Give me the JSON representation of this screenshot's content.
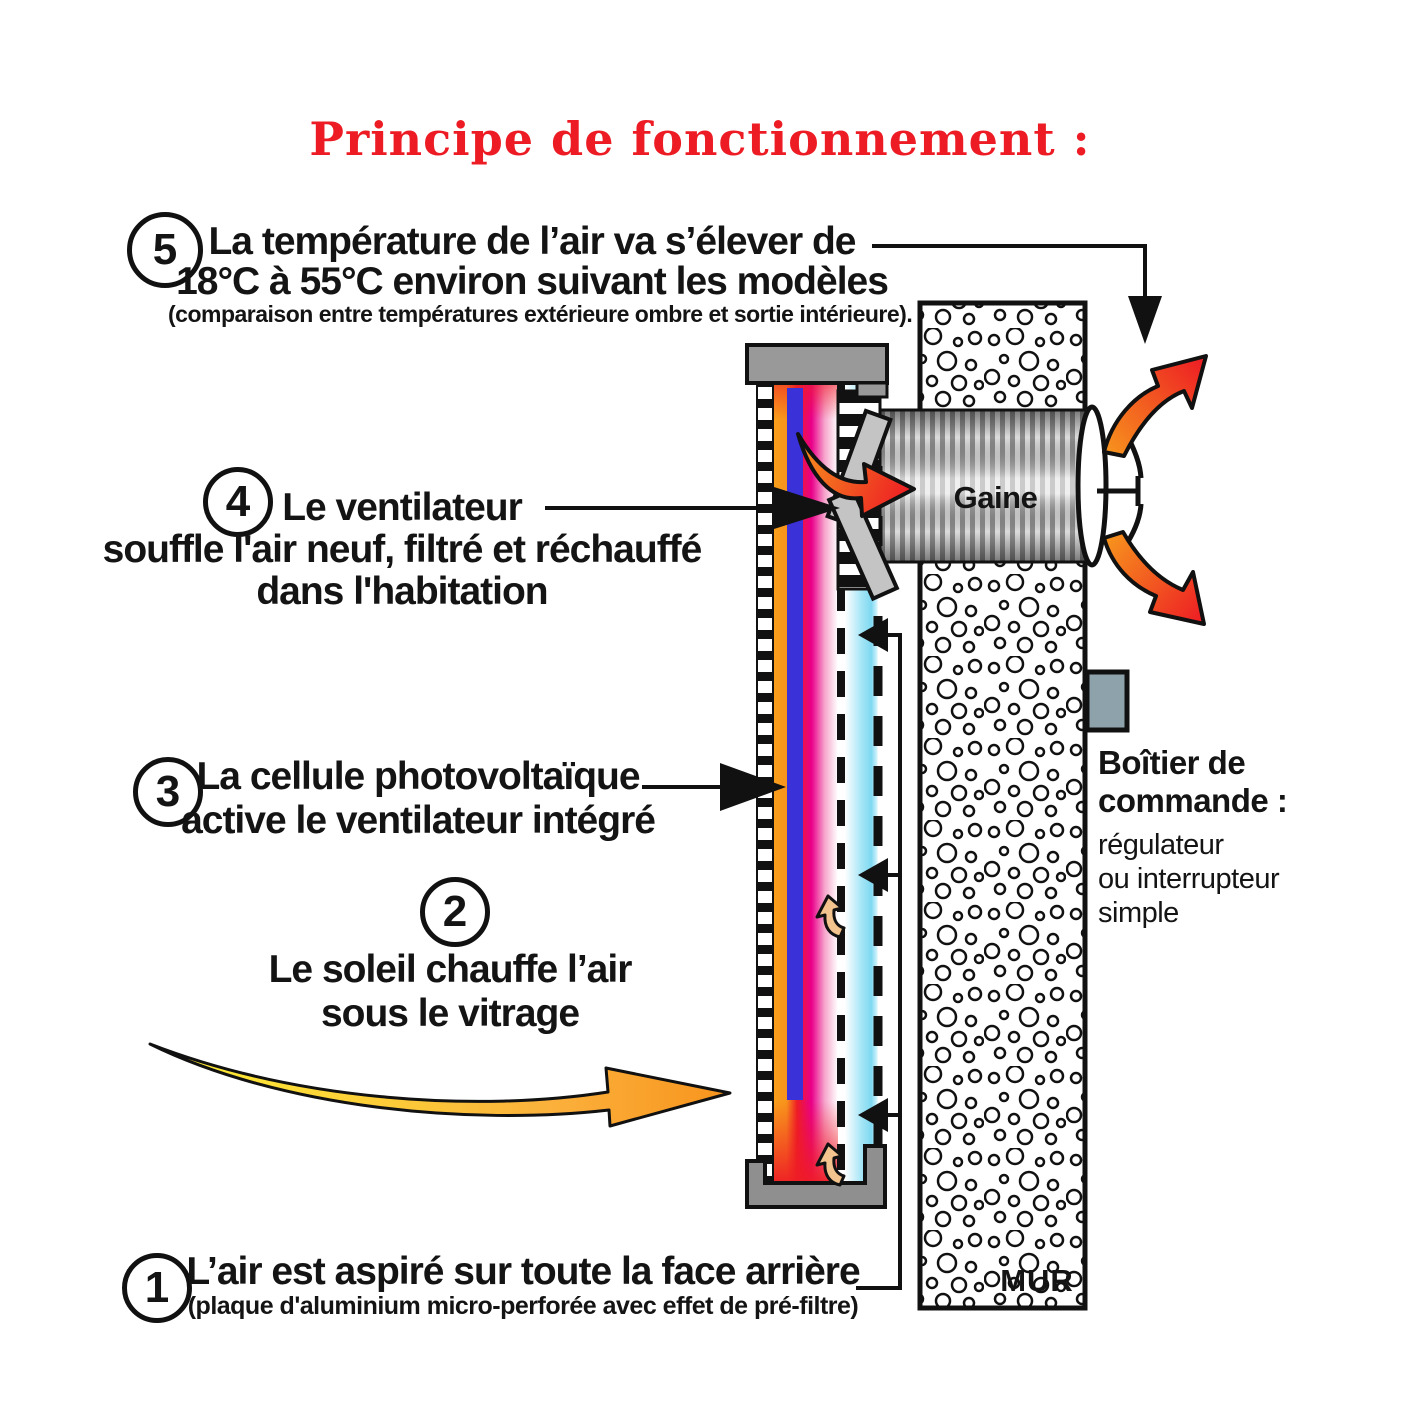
{
  "title": "Principe de fonctionnement :",
  "steps": {
    "s5": {
      "number": "5",
      "line1": "La température de l’air va s’élever de",
      "line2": "18°C à 55°C environ suivant les modèles",
      "note": "(comparaison entre températures extérieure ombre et sortie intérieure)."
    },
    "s4": {
      "number": "4",
      "line1": "Le ventilateur",
      "line2": "souffle l'air neuf, filtré et réchauffé",
      "line3": "dans l'habitation"
    },
    "s3": {
      "number": "3",
      "line1": "La cellule photovoltaïque",
      "line2": "active le ventilateur intégré"
    },
    "s2": {
      "number": "2",
      "line1": "Le soleil chauffe l’air",
      "line2": "sous le vitrage"
    },
    "s1": {
      "number": "1",
      "line1": "L’air est aspiré sur toute la face arrière",
      "note": "(plaque d'aluminium micro-perforée avec effet de pré-filtre)"
    }
  },
  "labels": {
    "duct": "Gaine",
    "wall": "MUR",
    "control_box": {
      "title1": "Boîtier de",
      "title2": "commande :",
      "desc1": "régulateur",
      "desc2": "ou interrupteur",
      "desc3": "simple"
    }
  },
  "colors": {
    "title_red": "#ED1C24",
    "hot_orange": "#F7941D",
    "hot_red": "#ED1C24",
    "hot_magenta": "#EC008C",
    "cool_cyan": "#7FD9F2",
    "pv_blue": "#3A31D8",
    "duct_gray": "#B3B3B3",
    "frame_gray": "#999999",
    "arrow_yellow": "#FFF335",
    "arrow_orange": "#F7941D"
  }
}
